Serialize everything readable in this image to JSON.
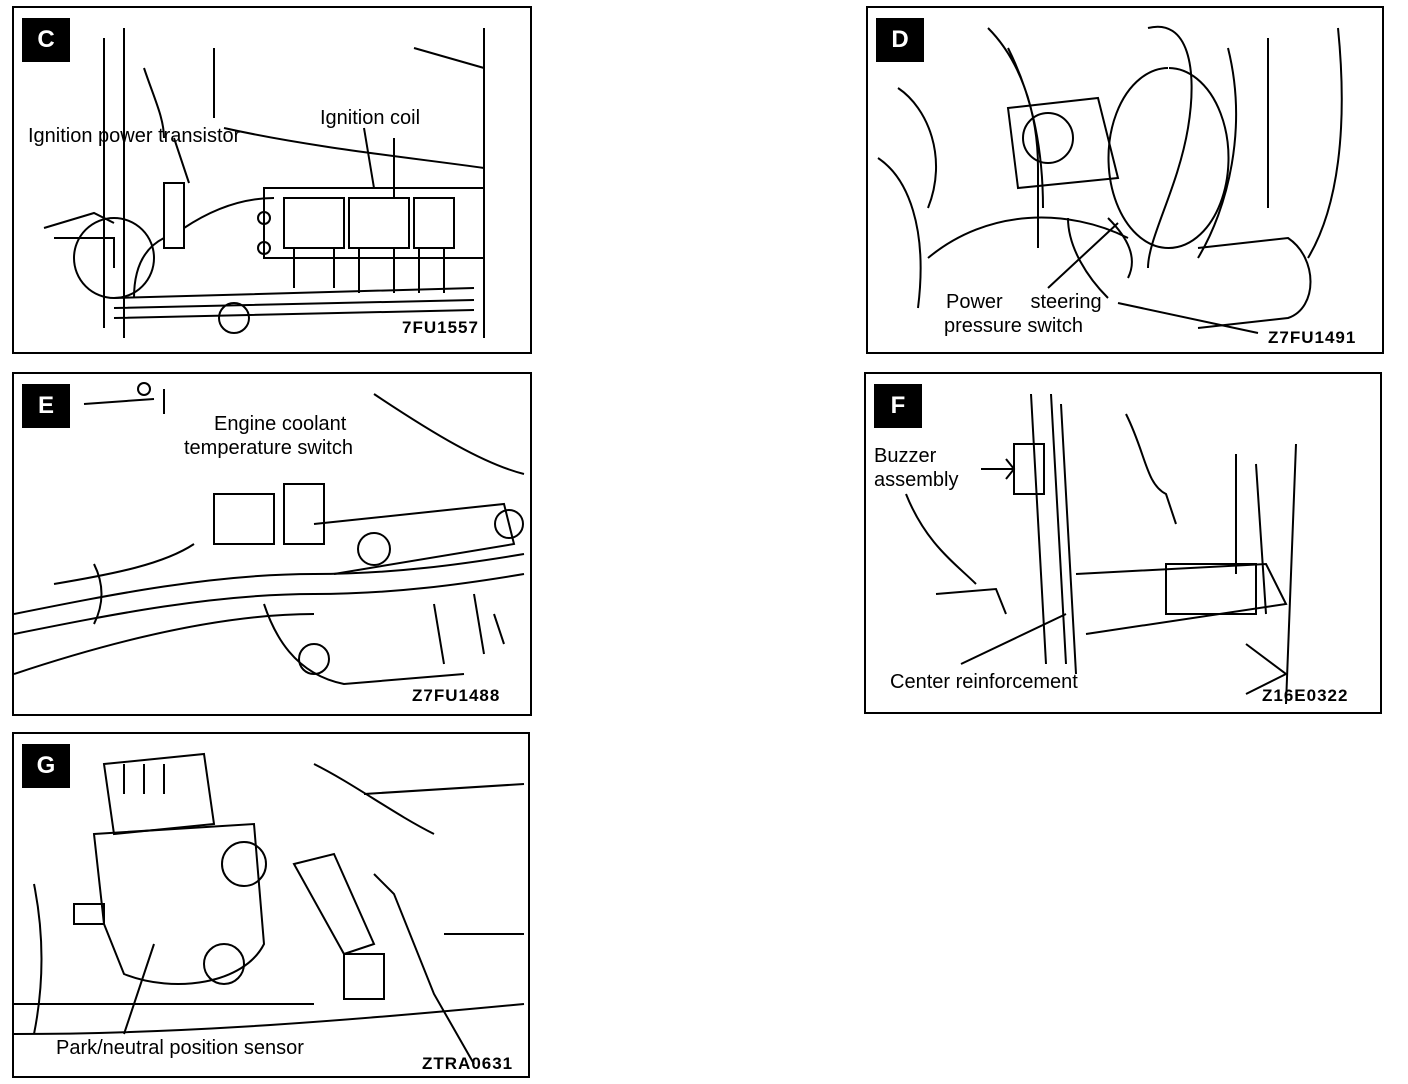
{
  "panels": {
    "C": {
      "letter": "C",
      "labels": [
        "Ignition power transistor",
        "Ignition coil"
      ],
      "code": "7FU1557"
    },
    "D": {
      "letter": "D",
      "labels": [
        "Power     steering",
        "pressure switch"
      ],
      "code": "Z7FU1491"
    },
    "E": {
      "letter": "E",
      "labels": [
        "Engine coolant",
        "temperature switch"
      ],
      "code": "Z7FU1488"
    },
    "F": {
      "letter": "F",
      "labels": [
        "Buzzer",
        "assembly",
        "Center reinforcement"
      ],
      "code": "Z16E0322"
    },
    "G": {
      "letter": "G",
      "labels": [
        "Park/neutral position sensor"
      ],
      "code": "ZTRA0631"
    }
  }
}
